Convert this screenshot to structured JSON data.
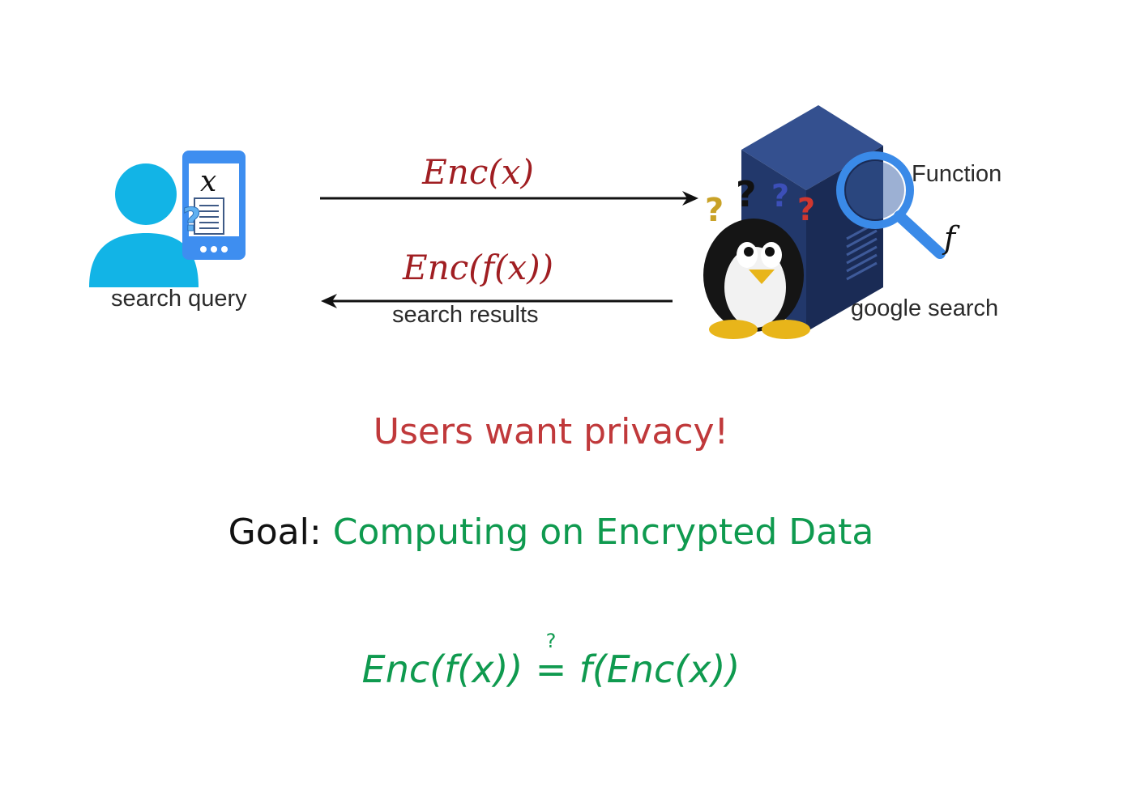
{
  "diagram": {
    "client": {
      "label": "search query",
      "phone_variable": "x"
    },
    "arrows": {
      "request_label": "Enc(x)",
      "response_label": "Enc(f(x))",
      "response_caption": "search results"
    },
    "server": {
      "function_label": "Function",
      "function_symbol": "f",
      "caption": "google search"
    }
  },
  "text": {
    "privacy": "Users want privacy!",
    "goal_prefix": "Goal:",
    "goal_text": "Computing on Encrypted Data",
    "equation_left": "Enc(f(x))",
    "equation_rel_top": "?",
    "equation_rel": "=",
    "equation_right": "f(Enc(x))"
  },
  "colors": {
    "red": "#c0393b",
    "dark_red": "#a01e22",
    "green": "#0f9a4f",
    "user_blue": "#12b4e6",
    "phone_blue": "#3e8ef0",
    "server_navy": "#22386b",
    "magnifier_blue": "#3a8ae8"
  }
}
